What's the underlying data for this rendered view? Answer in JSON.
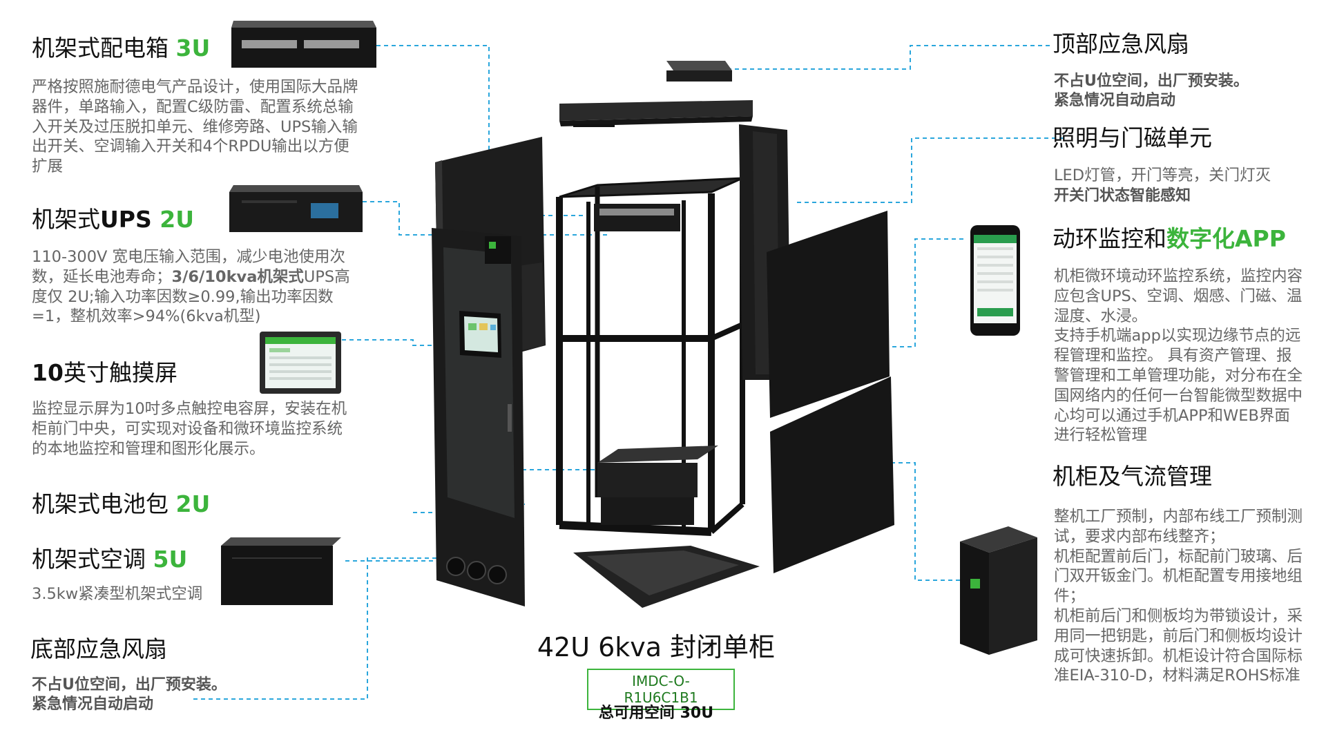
{
  "sections": {
    "pdu": {
      "title": "机架式配电箱 ",
      "title_hl": "3U",
      "body": "严格按照施耐德电气产品设计，使用国际大品牌器件，单路输入，配置C级防雷、配置系统总输入开关及过压脱扣单元、维修旁路、UPS输入输出开关、空调输入开关和4个RPDU输出以方便扩展"
    },
    "ups": {
      "title_pre": "机架式",
      "title_bold": "UPS ",
      "title_hl": "2U",
      "body_a": "110-300V 宽电压输入范围，减少电池使用次数，延长电池寿命；",
      "body_b": "3/6/10kva机架式",
      "body_c": "UPS高度仅 2U;输入功率因数≥0.99,输出功率因数=1，整机效率>94%(6kva机型)"
    },
    "screen": {
      "title_bold": "10",
      "title": "英寸触摸屏",
      "body": "监控显示屏为10吋多点触控电容屏，安装在机柜前门中央，可实现对设备和微环境监控系统的本地监控和管理和图形化展示。"
    },
    "battery": {
      "title": "机架式电池包  ",
      "title_hl": "2U"
    },
    "ac": {
      "title": "机架式空调 ",
      "title_hl": "5U",
      "body": "3.5kw紧凑型机架式空调"
    },
    "bottom_fan": {
      "title": "底部应急风扇",
      "line1": "不占U位空间，出厂预安装。",
      "line2": "紧急情况自动启动"
    },
    "top_fan": {
      "title": "顶部应急风扇",
      "line1": "不占U位空间，出厂预安装。",
      "line2": "紧急情况自动启动"
    },
    "lighting": {
      "title": "照明与门磁单元",
      "line1": "LED灯管，开门等亮，关门灯灭",
      "line2": "开关门状态智能感知"
    },
    "monitor": {
      "title": "动环监控和",
      "title_hl": "数字化APP",
      "body1": "机柜微环境动环监控系统，监控内容应包含UPS、空调、烟感、门磁、温湿度、水浸。",
      "body2": "支持手机端app以实现边缘节点的远程管理和监控。 具有资产管理、报警管理和工单管理功能，对分布在全国网络内的任何一台智能微型数据中心均可以通过手机APP和WEB界面进行轻松管理"
    },
    "cabinet": {
      "title": "机柜及气流管理",
      "body1": "整机工厂预制，内部布线工厂预制测试，要求内部布线整齐；",
      "body2": "机柜配置前后门，标配前门玻璃、后门双开钣金门。机柜配置专用接地组件；",
      "body3": "机柜前后门和侧板均为带锁设计，采用同一把钥匙，前后门和侧板均设计成可快速拆卸。机柜设计符合国际标准EIA-310-D，材料满足ROHS标准"
    }
  },
  "center": {
    "title": "42U 6kva 封闭单柜",
    "model": "IMDC-O-R1U6C1B1",
    "space": "总可用空间 30U"
  },
  "colors": {
    "accent": "#3cb43c",
    "line": "#2aa6dc"
  }
}
